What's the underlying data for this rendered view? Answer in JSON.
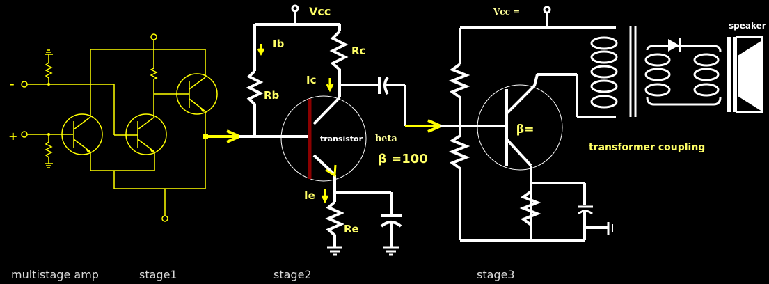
{
  "colors": {
    "background": "#000000",
    "stage1_wire": "#ffff00",
    "wire": "#ffffff",
    "label": "#ffff66",
    "signal_arrow": "#ffff00",
    "base_bar": "#8b0000",
    "caption": "#d8d8d8"
  },
  "stage1": {
    "input_minus": "-",
    "input_plus": "+"
  },
  "stage2": {
    "vcc": "Vcc",
    "ib": "Ib",
    "rb": "Rb",
    "rc": "Rc",
    "ic": "Ic",
    "ie": "Ie",
    "re": "Re",
    "transistor": "transistor",
    "beta_word": "beta",
    "beta_value": "β =100"
  },
  "stage3": {
    "vcc": "Vcc =",
    "beta": "β=",
    "coupling": "transformer coupling",
    "speaker": "speaker"
  },
  "captions": {
    "title": "multistage amp",
    "stage1": "stage1",
    "stage2": "stage2",
    "stage3": "stage3"
  }
}
